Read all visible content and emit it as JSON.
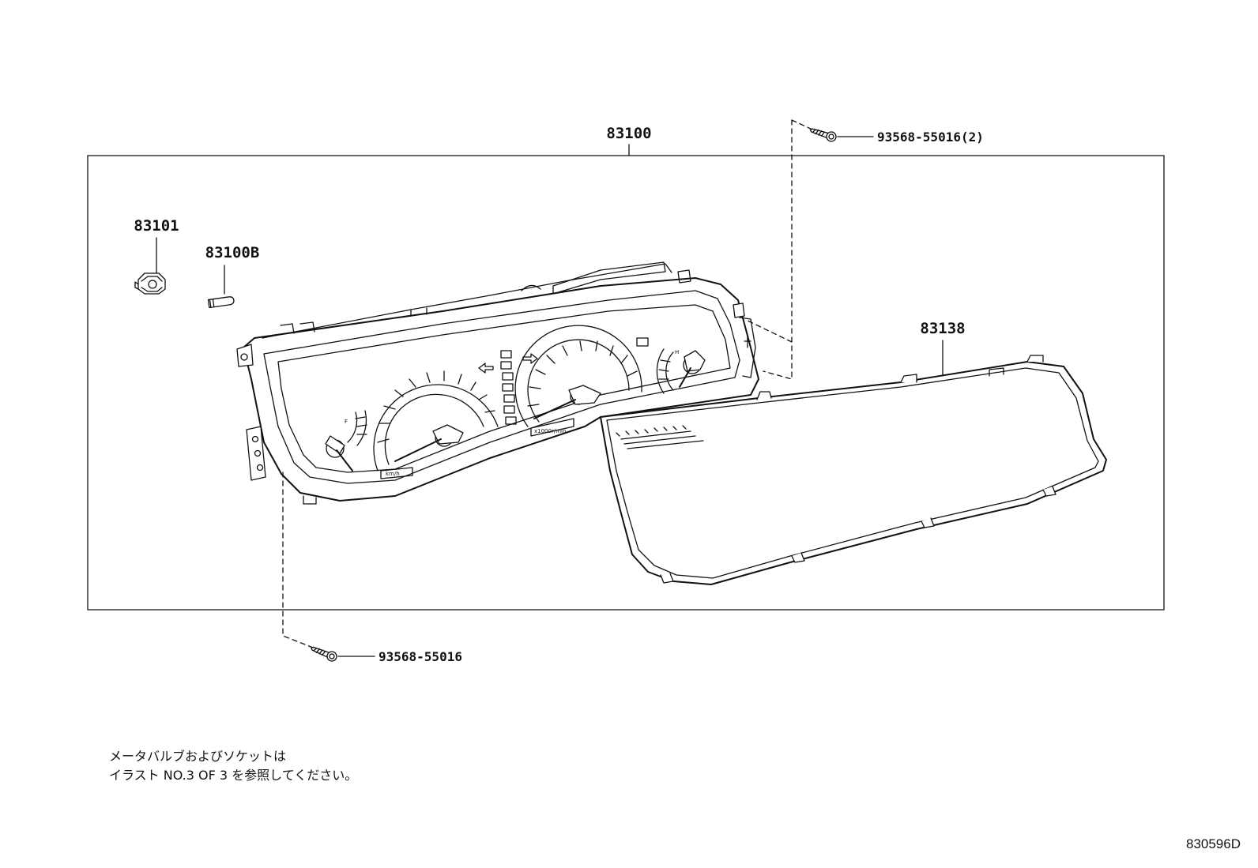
{
  "parts": {
    "cluster_assembly": "83100",
    "bulb_socket": "83101",
    "bulb": "83100B",
    "cluster_lens": "83138",
    "screw_top": "93568-55016(2)",
    "screw_bottom": "93568-55016"
  },
  "gauge_labels": {
    "speedometer_unit": "km/h",
    "tachometer_unit": "x1000r/min",
    "fuel_full": "F",
    "temp_hot": "H"
  },
  "note": {
    "line1": "メータバルブおよびソケットは",
    "line2": "イラスト NO.3 OF 3 を参照してください。"
  },
  "drawing_id": "830596D"
}
